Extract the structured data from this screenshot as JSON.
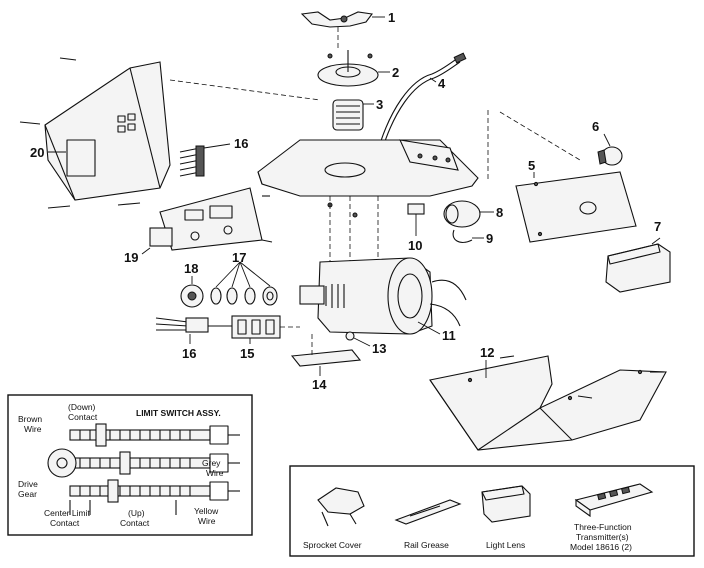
{
  "parts": {
    "p1": "1",
    "p2": "2",
    "p3": "3",
    "p4": "4",
    "p5": "5",
    "p6": "6",
    "p7": "7",
    "p8": "8",
    "p9": "9",
    "p10": "10",
    "p11": "11",
    "p12": "12",
    "p13": "13",
    "p14": "14",
    "p15": "15",
    "p16a": "16",
    "p16b": "16",
    "p17": "17",
    "p18": "18",
    "p19": "19",
    "p20": "20"
  },
  "limit_switch": {
    "title": "LIMIT SWITCH ASSY.",
    "brown_wire_1": "Brown",
    "brown_wire_2": "Wire",
    "down_contact_1": "(Down)",
    "down_contact_2": "Contact",
    "grey_wire_1": "Grey",
    "grey_wire_2": "Wire",
    "drive_gear_1": "Drive",
    "drive_gear_2": "Gear",
    "center_limit_1": "Center Limit",
    "center_limit_2": "Contact",
    "up_contact_1": "(Up)",
    "up_contact_2": "Contact",
    "yellow_wire_1": "Yellow",
    "yellow_wire_2": "Wire"
  },
  "accessories": {
    "sprocket_cover": "Sprocket Cover",
    "rail_grease": "Rail Grease",
    "light_lens": "Light Lens",
    "transmitter_1": "Three-Function",
    "transmitter_2": "Transmitter(s)",
    "transmitter_3": "Model 18616 (2)"
  }
}
